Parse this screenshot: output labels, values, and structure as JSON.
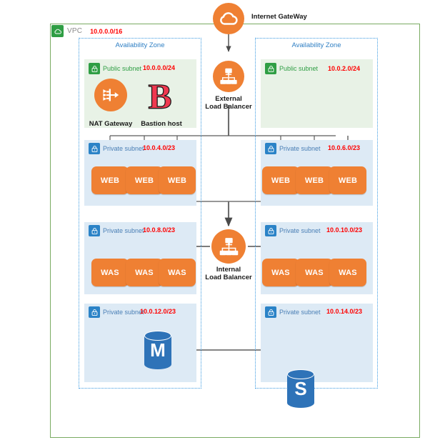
{
  "diagram": {
    "title": "AWS VPC multi-AZ three-tier architecture",
    "colors": {
      "orange": "#ef8033",
      "green": "#2f9e44",
      "blue": "#2b83c7",
      "red_cidr": "#ff0000",
      "az_border": "#3b9ae1",
      "vpc_border": "#7aab62",
      "public_subnet_bg": "#e8f2e6",
      "private_subnet_bg": "#ddeaf5",
      "db_blue": "#2e73b8",
      "bastion_red": "#f0384f"
    }
  },
  "internet_gateway": {
    "label": "Internet GateWay",
    "icon": "cloud-icon"
  },
  "vpc": {
    "label": "VPC",
    "cidr": "10.0.0.0/16",
    "icon": "vpc-cloud-icon"
  },
  "external_load_balancer": {
    "label_line1": "External",
    "label_line2": "Load Balancer",
    "icon": "load-balancer-icon"
  },
  "internal_load_balancer": {
    "label_line1": "Internal",
    "label_line2": "Load Balancer",
    "icon": "load-balancer-icon"
  },
  "availability_zones": [
    {
      "label": "Availability Zone",
      "side": "left",
      "subnets": [
        {
          "type": "public",
          "name": "Public subnet",
          "cidr": "10.0.0.0/24",
          "icon": "green-lock-icon",
          "nodes": [
            {
              "kind": "nat-gateway",
              "label": "NAT Gateway",
              "icon": "nat-gateway-icon"
            },
            {
              "kind": "bastion-host",
              "label": "Bastion host",
              "icon": "bastion-b-icon"
            }
          ]
        },
        {
          "type": "private",
          "name": "Private subnet",
          "cidr": "10.0.4.0/23",
          "icon": "blue-lock-icon",
          "nodes": [
            {
              "kind": "web",
              "label": "WEB"
            },
            {
              "kind": "web",
              "label": "WEB"
            },
            {
              "kind": "web",
              "label": "WEB"
            }
          ]
        },
        {
          "type": "private",
          "name": "Private subnet",
          "cidr": "10.0.8.0/23",
          "icon": "blue-lock-icon",
          "nodes": [
            {
              "kind": "was",
              "label": "WAS"
            },
            {
              "kind": "was",
              "label": "WAS"
            },
            {
              "kind": "was",
              "label": "WAS"
            }
          ]
        },
        {
          "type": "private",
          "name": "Private subnet",
          "cidr": "10.0.12.0/23",
          "icon": "blue-lock-icon",
          "nodes": [
            {
              "kind": "database-master",
              "label": "M",
              "icon": "database-cylinder-icon"
            }
          ]
        }
      ]
    },
    {
      "label": "Availability Zone",
      "side": "right",
      "subnets": [
        {
          "type": "public",
          "name": "Public subnet",
          "cidr": "10.0.2.0/24",
          "icon": "green-lock-icon",
          "nodes": []
        },
        {
          "type": "private",
          "name": "Private subnet",
          "cidr": "10.0.6.0/23",
          "icon": "blue-lock-icon",
          "nodes": [
            {
              "kind": "web",
              "label": "WEB"
            },
            {
              "kind": "web",
              "label": "WEB"
            },
            {
              "kind": "web",
              "label": "WEB"
            }
          ]
        },
        {
          "type": "private",
          "name": "Private subnet",
          "cidr": "10.0.10.0/23",
          "icon": "blue-lock-icon",
          "nodes": [
            {
              "kind": "was",
              "label": "WAS"
            },
            {
              "kind": "was",
              "label": "WAS"
            },
            {
              "kind": "was",
              "label": "WAS"
            }
          ]
        },
        {
          "type": "private",
          "name": "Private subnet",
          "cidr": "10.0.14.0/23",
          "icon": "blue-lock-icon",
          "nodes": [
            {
              "kind": "database-standby",
              "label": "S",
              "icon": "database-cylinder-icon"
            }
          ]
        }
      ]
    }
  ]
}
